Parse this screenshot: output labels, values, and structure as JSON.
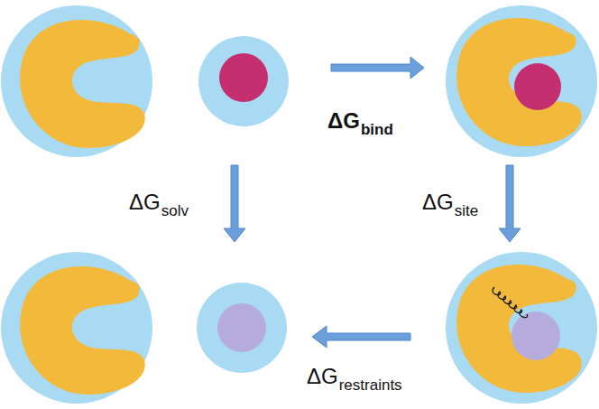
{
  "diagram": {
    "labels": [
      "ΔG",
      "bind",
      "ΔG",
      "solv",
      "ΔG",
      "site",
      "ΔG",
      "restraints"
    ]
  }
}
